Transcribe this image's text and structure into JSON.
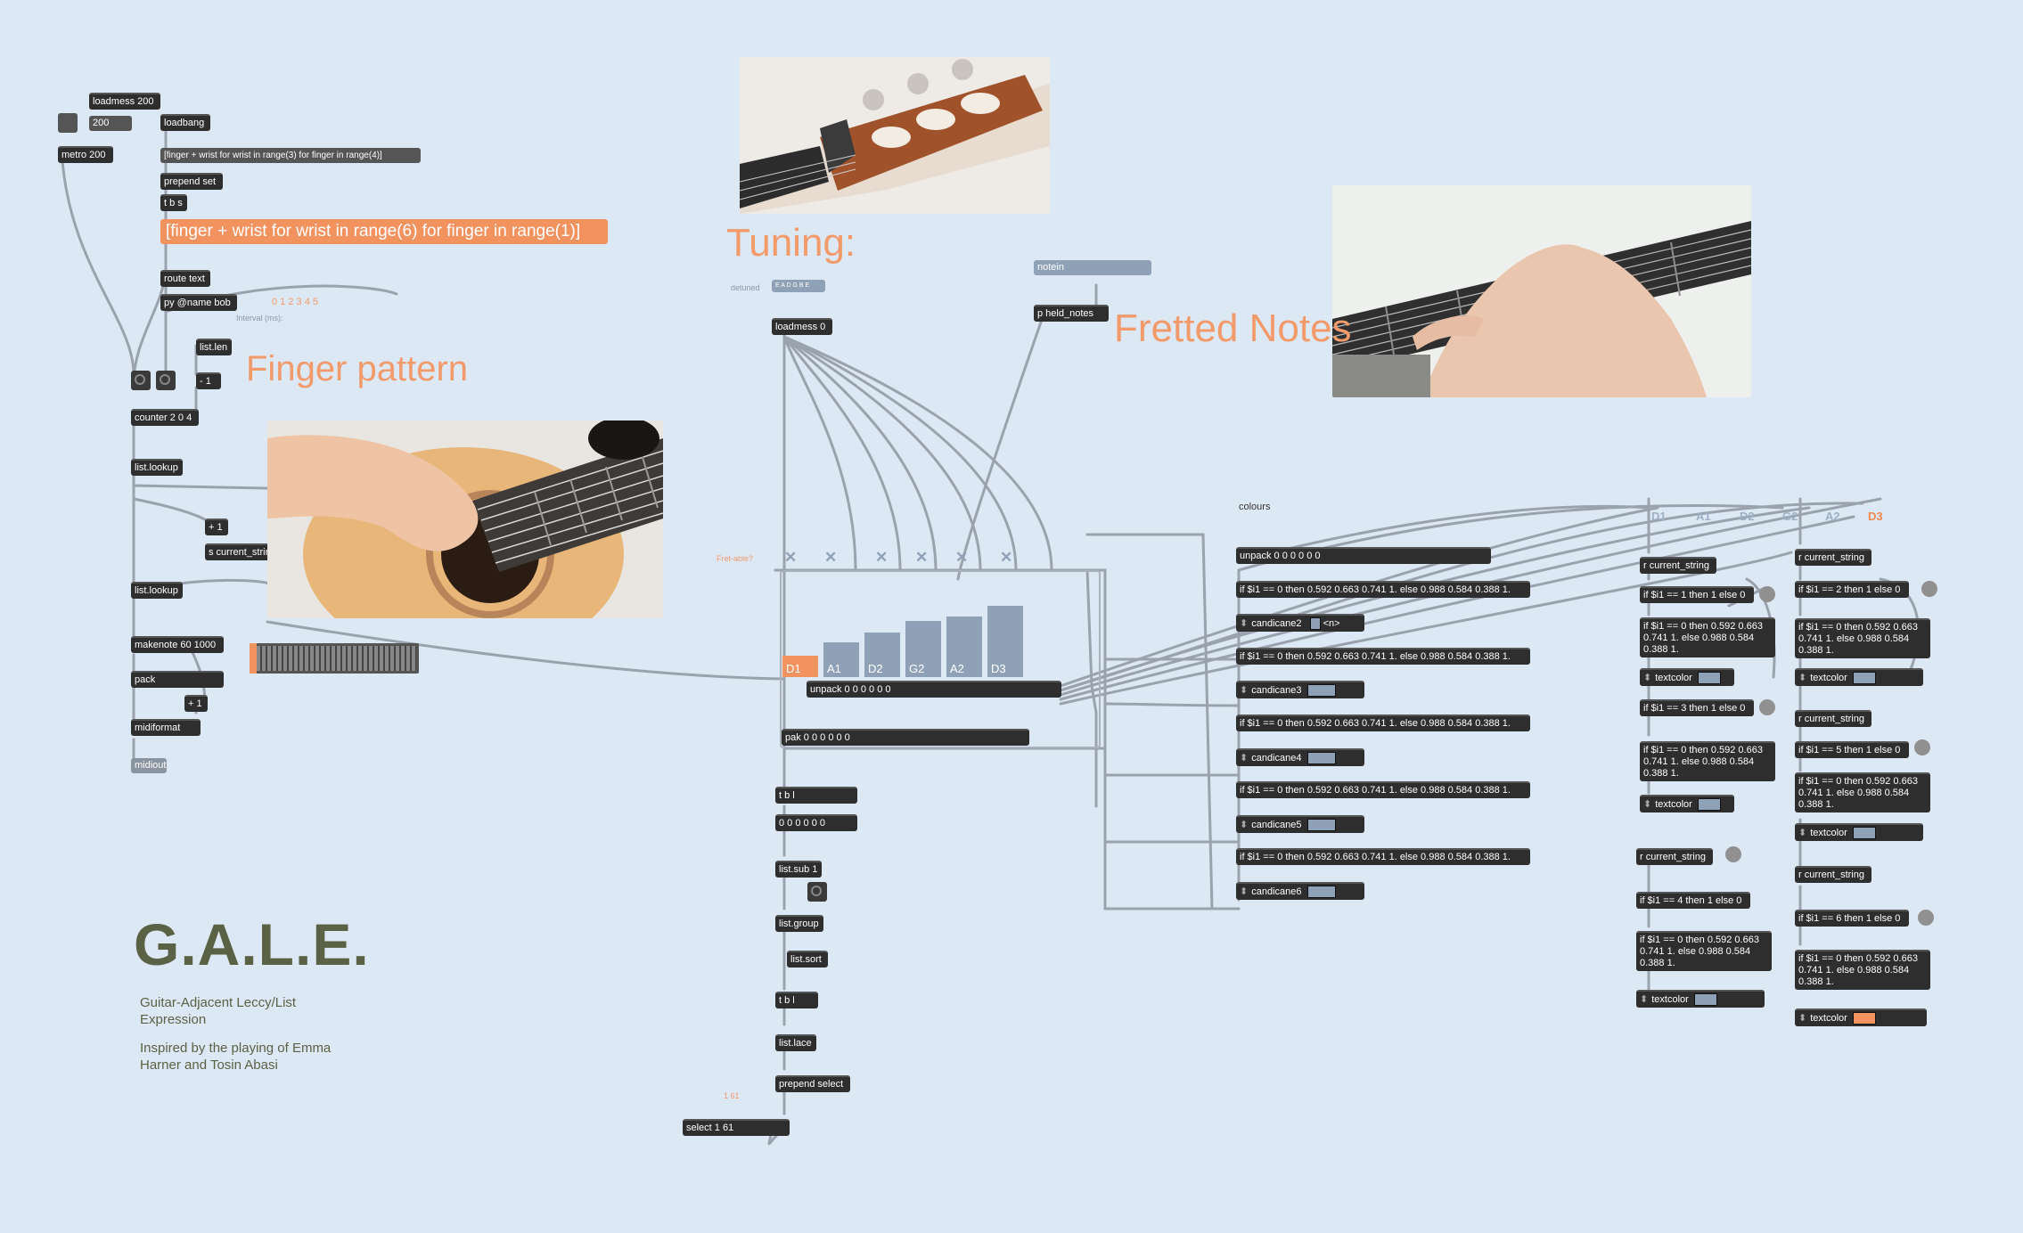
{
  "objects": {
    "loadmess200": "loadmess 200",
    "num200": "200",
    "loadbang": "loadbang",
    "metro": "metro 200",
    "pattern_small": "[finger + wrist for wrist in range(3) for finger in range(4)]",
    "prepend_set": "prepend set",
    "tbs": "t b s",
    "pattern_big": "[finger + wrist for wrist in range(6) for finger in range(1)]",
    "route_text": "route text",
    "py_bob": "py @name bob",
    "seq_nums": "0 1 2 3 4 5",
    "interval": "Interval (ms):",
    "list_len": "list.len",
    "minus1": "- 1",
    "counter": "counter 2 0 4",
    "list_lookup1": "list.lookup",
    "plus1": "+ 1",
    "s_current": "s current_string",
    "list_lookup2": "list.lookup",
    "makenote": "makenote 60 1000",
    "pack": "pack",
    "plus1b": "+ 1",
    "midiformat": "midiformat",
    "midiout": "midiout",
    "tuning_dropdown": "detuned",
    "tuning_menu": "E A D G B E",
    "loadmess0": "loadmess 0",
    "notein": "notein",
    "held_notes": "p held_notes",
    "fret_able": "Fret-able?",
    "unpack_strings": "unpack 0 0 0 0 0 0",
    "pak": "pak 0 0 0 0 0 0",
    "tbl1": "t b l",
    "zeros": "0 0 0 0 0 0",
    "list_sub": "list.sub 1",
    "list_group": "list.group",
    "list_sort": "list.sort",
    "tbl2": "t b l",
    "list_lace": "list.lace",
    "prepend_select": "prepend select",
    "num161": "1 61",
    "select161": "select 1 61",
    "colours": "colours",
    "unpack_colours": "unpack 0 0 0 0 0 0",
    "if_expr": "if $i1 == 0 then 0.592 0.663 0.741 1. else 0.988 0.584 0.388 1.",
    "candicane2": "candicane2",
    "candicane2_n": "<n>",
    "candicane3": "candicane3",
    "candicane4": "candicane4",
    "candicane5": "candicane5",
    "candicane6": "candicane6",
    "r_current": "r current_string",
    "if1": "if $i1 == 1 then 1 else 0",
    "if2": "if $i1 == 2 then 1 else 0",
    "if3": "if $i1 == 3 then 1 else 0",
    "if4": "if $i1 == 4 then 1 else 0",
    "if5": "if $i1 == 5 then 1 else 0",
    "if6": "if $i1 == 6 then 1 else 0",
    "if_color_wrap": "if $i1 == 0 then 0.592 0.663 0.741 1. else 0.988 0.584 0.388 1.",
    "textcolor": "textcolor"
  },
  "string_names": [
    "D1",
    "A1",
    "D2",
    "G2",
    "A2",
    "D3"
  ],
  "string_levels": [
    0.0,
    0.35,
    0.45,
    0.57,
    0.62,
    0.73
  ],
  "active_string": "D1",
  "titles": {
    "finger_pattern": "Finger pattern",
    "tuning": "Tuning:",
    "fretted_notes": "Fretted Notes",
    "app_title": "G.A.L.E.",
    "subtitle": "Guitar-Adjacent Leccy/List Expression",
    "inspired": "Inspired by the playing of Emma Harner and Tosin Abasi"
  },
  "colors": {
    "background": "#dde8f5",
    "object": "#2e2e2e",
    "accent_orange": "#f2925f",
    "string_blue": "#8fa1b6",
    "title_olive": "#5b6144"
  },
  "icons": {
    "toggle": "toggle-icon",
    "bang": "bang-icon",
    "cross": "x-icon",
    "keyboard": "piano-keyboard-icon"
  }
}
